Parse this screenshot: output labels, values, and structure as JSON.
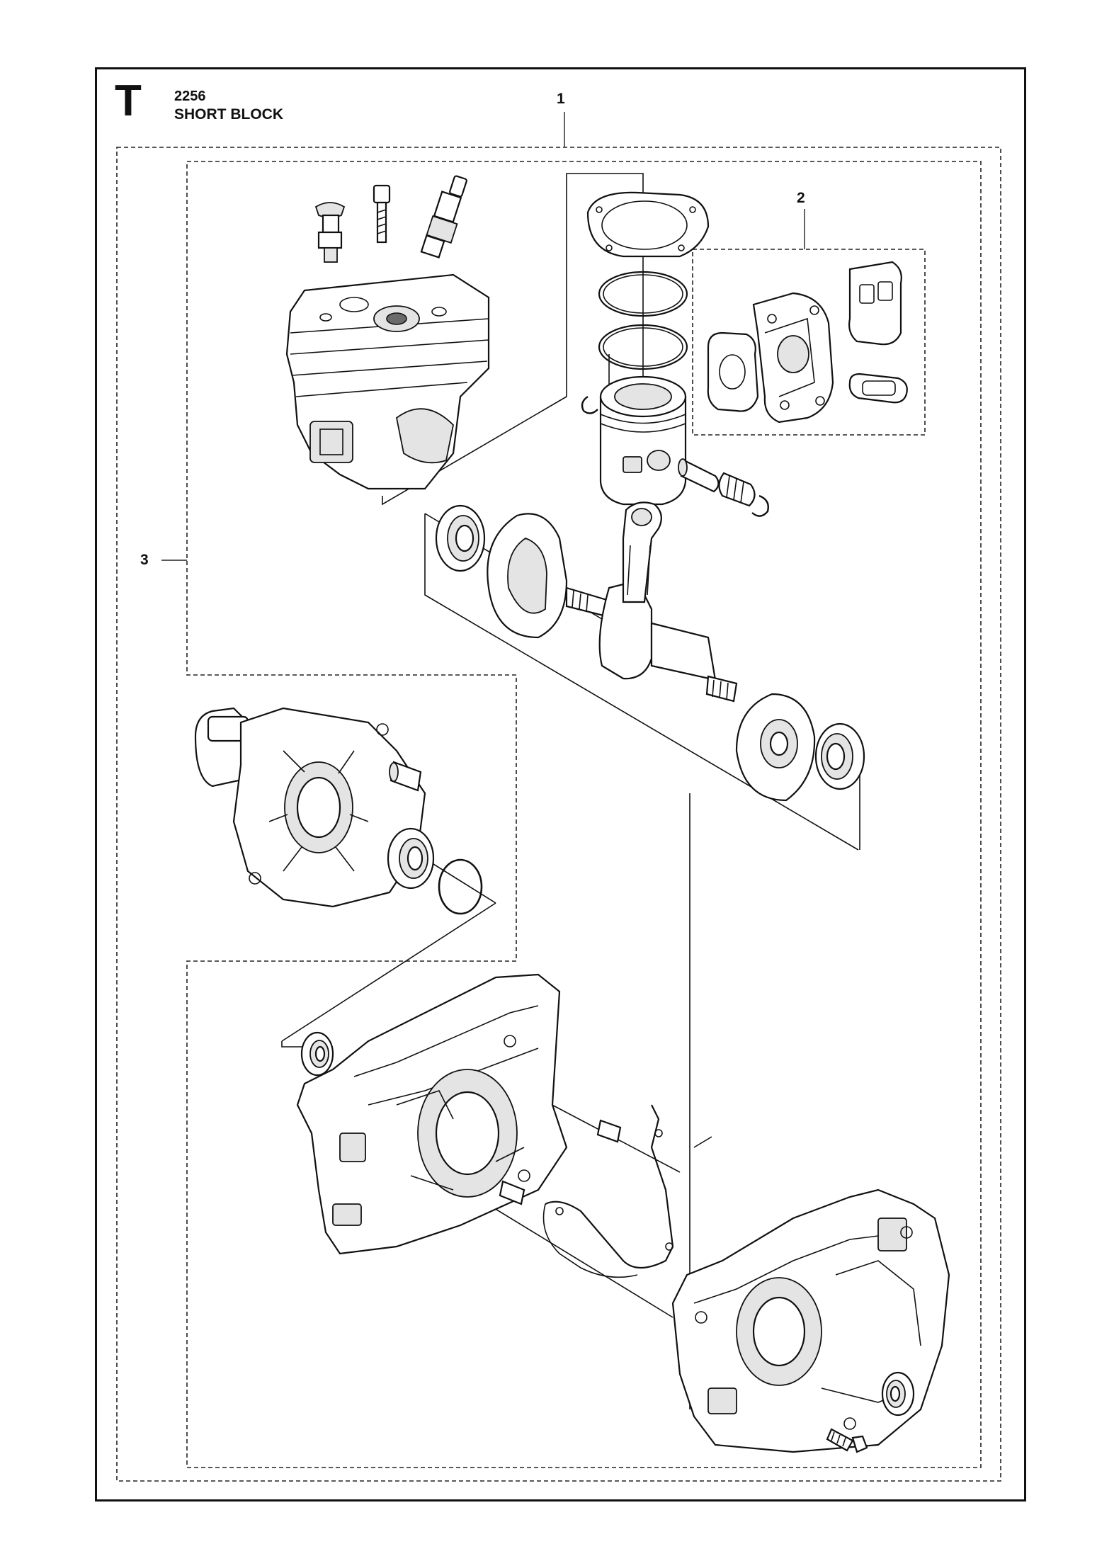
{
  "header": {
    "section_letter": "T",
    "model_number": "2256",
    "assembly_name": "SHORT BLOCK"
  },
  "callouts": [
    {
      "id": "1",
      "label": "1"
    },
    {
      "id": "2",
      "label": "2"
    },
    {
      "id": "3",
      "label": "3"
    }
  ],
  "parts": [
    {
      "name": "decompression-valve-icon"
    },
    {
      "name": "cylinder-screw-icon"
    },
    {
      "name": "spark-plug-icon"
    },
    {
      "name": "cylinder-icon"
    },
    {
      "name": "cylinder-gasket-icon"
    },
    {
      "name": "piston-ring-icon"
    },
    {
      "name": "piston-icon"
    },
    {
      "name": "piston-pin-icon"
    },
    {
      "name": "needle-bearing-icon"
    },
    {
      "name": "circlip-icon"
    },
    {
      "name": "intake-flange-icon"
    },
    {
      "name": "intake-gasket-icon"
    },
    {
      "name": "muffler-gasket-icon"
    },
    {
      "name": "ball-bearing-icon"
    },
    {
      "name": "crankshaft-icon"
    },
    {
      "name": "connecting-rod-icon"
    },
    {
      "name": "clutch-side-cover-icon"
    },
    {
      "name": "oil-seal-icon"
    },
    {
      "name": "sealing-ring-icon"
    },
    {
      "name": "guide-pin-icon"
    },
    {
      "name": "crankcase-left-icon"
    },
    {
      "name": "crankcase-right-icon"
    },
    {
      "name": "crankcase-gasket-icon"
    },
    {
      "name": "crankcase-screw-icon"
    }
  ]
}
